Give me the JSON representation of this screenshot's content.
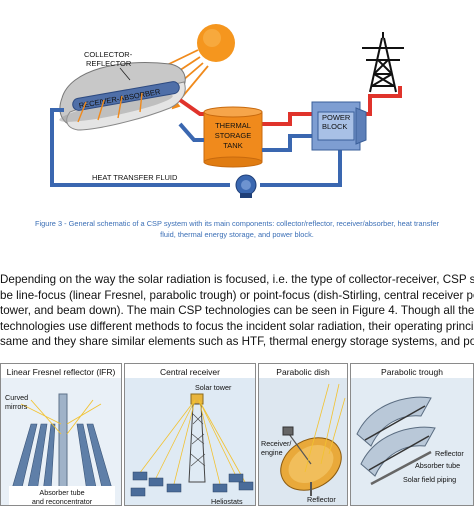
{
  "schematic": {
    "collector_reflector": [
      "COLLECTOR-",
      "REFLECTOR"
    ],
    "receiver_absorber": "RECEIVER-ABSORBER",
    "thermal_storage_tank": [
      "THERMAL",
      "STORAGE",
      "TANK"
    ],
    "power_block": [
      "POWER",
      "BLOCK"
    ],
    "heat_transfer_fluid": "HEAT TRANSFER FLUID",
    "colors": {
      "hot_pipe": "#e0332b",
      "cold_pipe": "#3a67b0",
      "tank": "#f08a1c",
      "sun": "#f5961e",
      "power_block": "#7e9ed2"
    }
  },
  "caption": {
    "line1": "Figure 3 - General schematic of a CSP system with its main components: collector/reflector, receiver/absorber, heat transfer",
    "line2": "fluid, thermal energy storage, and power block."
  },
  "paragraph": {
    "lines": [
      "Depending on the way the solar radiation is focused, i.e. the type of collector-receiver, CSP systems can",
      "be line-focus (linear Fresnel, parabolic trough) or point-focus (dish-Stirling, central receiver power",
      "tower, and beam down). The main CSP technologies can be seen in Figure 4. Though all these",
      "technologies use different methods to focus the incident solar radiation, their operating principle is the",
      "same and they share similar elements such as HTF, thermal energy storage systems, and power blocks."
    ]
  },
  "panels": {
    "fresnel": {
      "title": "Linear Fresnel reflector (lFR)",
      "curved_mirrors": [
        "Curved",
        "mirrors"
      ],
      "absorber": [
        "Absorber tube",
        "and reconcentrator"
      ]
    },
    "central": {
      "title": "Central receiver",
      "solar_tower": "Solar tower",
      "heliostats": "Heliostats"
    },
    "dish": {
      "title": "Parabolic dish",
      "receiver_engine": [
        "Receiver/",
        "engine"
      ],
      "reflector": "Reflector"
    },
    "trough": {
      "title": "Parabolic trough",
      "reflector": "Reflector",
      "absorber_tube": "Absorber tube",
      "solar_field_piping": "Solar field piping"
    }
  }
}
